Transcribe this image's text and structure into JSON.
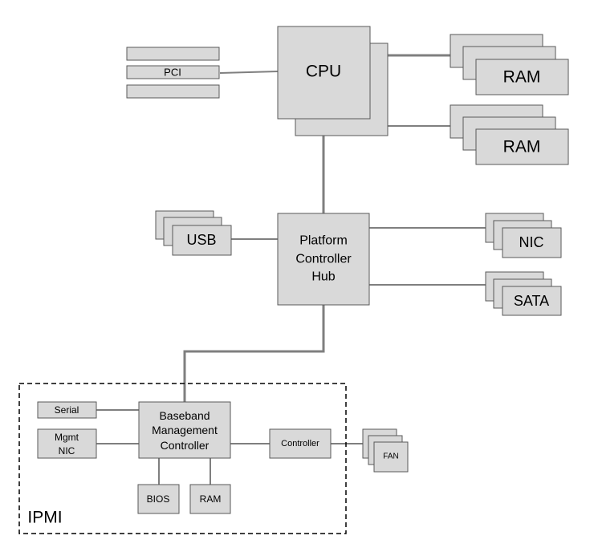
{
  "diagram": {
    "cpu": "CPU",
    "ram_top": "RAM",
    "ram_bottom": "RAM",
    "pci": "PCI",
    "pch": {
      "line1": "Platform",
      "line2": "Controller",
      "line3": "Hub"
    },
    "usb": "USB",
    "nic": "NIC",
    "sata": "SATA",
    "ipmi": "IPMI",
    "serial": "Serial",
    "mgmt_nic": {
      "line1": "Mgmt",
      "line2": "NIC"
    },
    "bmc": {
      "line1": "Baseband",
      "line2": "Management",
      "line3": "Controller"
    },
    "controller": "Controller",
    "fan": "FAN",
    "bios": "BIOS",
    "bmc_ram": "RAM"
  },
  "colors": {
    "box_fill": "#d9d9d9",
    "box_stroke": "#595959",
    "connector": "#7f7f7f"
  }
}
